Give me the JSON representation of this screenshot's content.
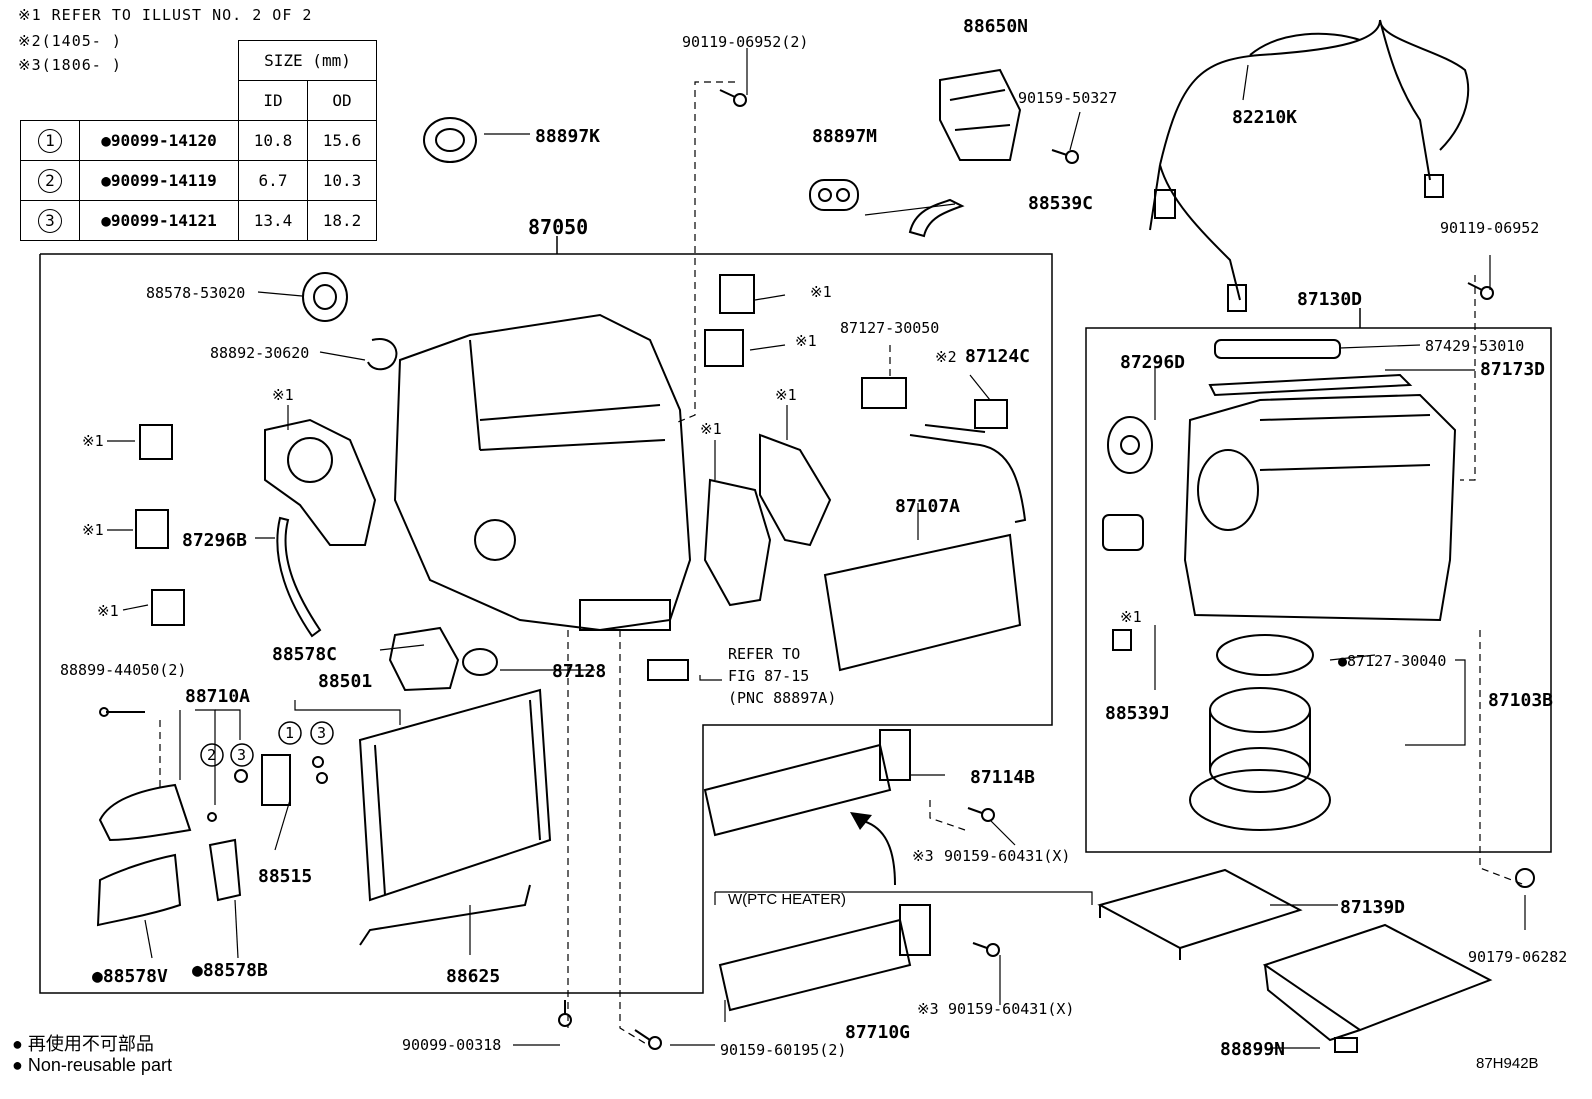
{
  "notes": {
    "n1": "※1 REFER TO ILLUST NO. 2 OF 2",
    "n2": "※2(1405-     )",
    "n3": "※3(1806-     )"
  },
  "size_table": {
    "header": "SIZE (mm)",
    "col_id": "ID",
    "col_od": "OD",
    "rows": [
      {
        "no": "1",
        "part": "●90099-14120",
        "id": "10.8",
        "od": "15.6"
      },
      {
        "no": "2",
        "part": "●90099-14119",
        "id": "6.7",
        "od": "10.3"
      },
      {
        "no": "3",
        "part": "●90099-14121",
        "id": "13.4",
        "od": "18.2"
      }
    ]
  },
  "labels": {
    "p90119_2": "90119-06952(2)",
    "p88650N": "88650N",
    "p90159_50327": "90159-50327",
    "p82210K": "82210K",
    "p88897K": "88897K",
    "p88897M": "88897M",
    "p88539C": "88539C",
    "p87050": "87050",
    "p90119": "90119-06952",
    "p88578_53020": "88578-53020",
    "p88892_30620": "88892-30620",
    "p87127_30050": "87127-30050",
    "p87124C": "87124C",
    "p87130D": "87130D",
    "p87429": "87429-53010",
    "p87173D": "87173D",
    "p87296D": "87296D",
    "p87296B": "87296B",
    "p87107A": "87107A",
    "p88578C": "88578C",
    "p88501": "88501",
    "p87128": "87128",
    "refer1": "REFER TO",
    "refer2": "FIG 87-15",
    "refer3": "(PNC 88897A)",
    "p88899_44050": "88899-44050(2)",
    "p88710A": "88710A",
    "p88539J": "88539J",
    "p87127_30040": "●87127-30040",
    "p87103B": "87103B",
    "p87114B": "87114B",
    "p90159_60431a": "90159-60431(X)",
    "p88515": "88515",
    "p88578V": "●88578V",
    "p88578B": "●88578B",
    "p88625": "88625",
    "ptc": "W(PTC HEATER)",
    "p87139D": "87139D",
    "p90179": "90179-06282",
    "p90159_60431b": "90159-60431(X)",
    "p87710G": "87710G",
    "p88899N": "88899N",
    "p90099_00318": "90099-00318",
    "p90159_60195": "90159-60195(2)",
    "code": "87H942B",
    "x1": "※1",
    "x2": "※2",
    "x3": "※3",
    "c1": "1",
    "c2": "2",
    "c3": "3"
  },
  "legend": {
    "jp": "● 再使用不可部品",
    "en": "● Non-reusable part"
  }
}
